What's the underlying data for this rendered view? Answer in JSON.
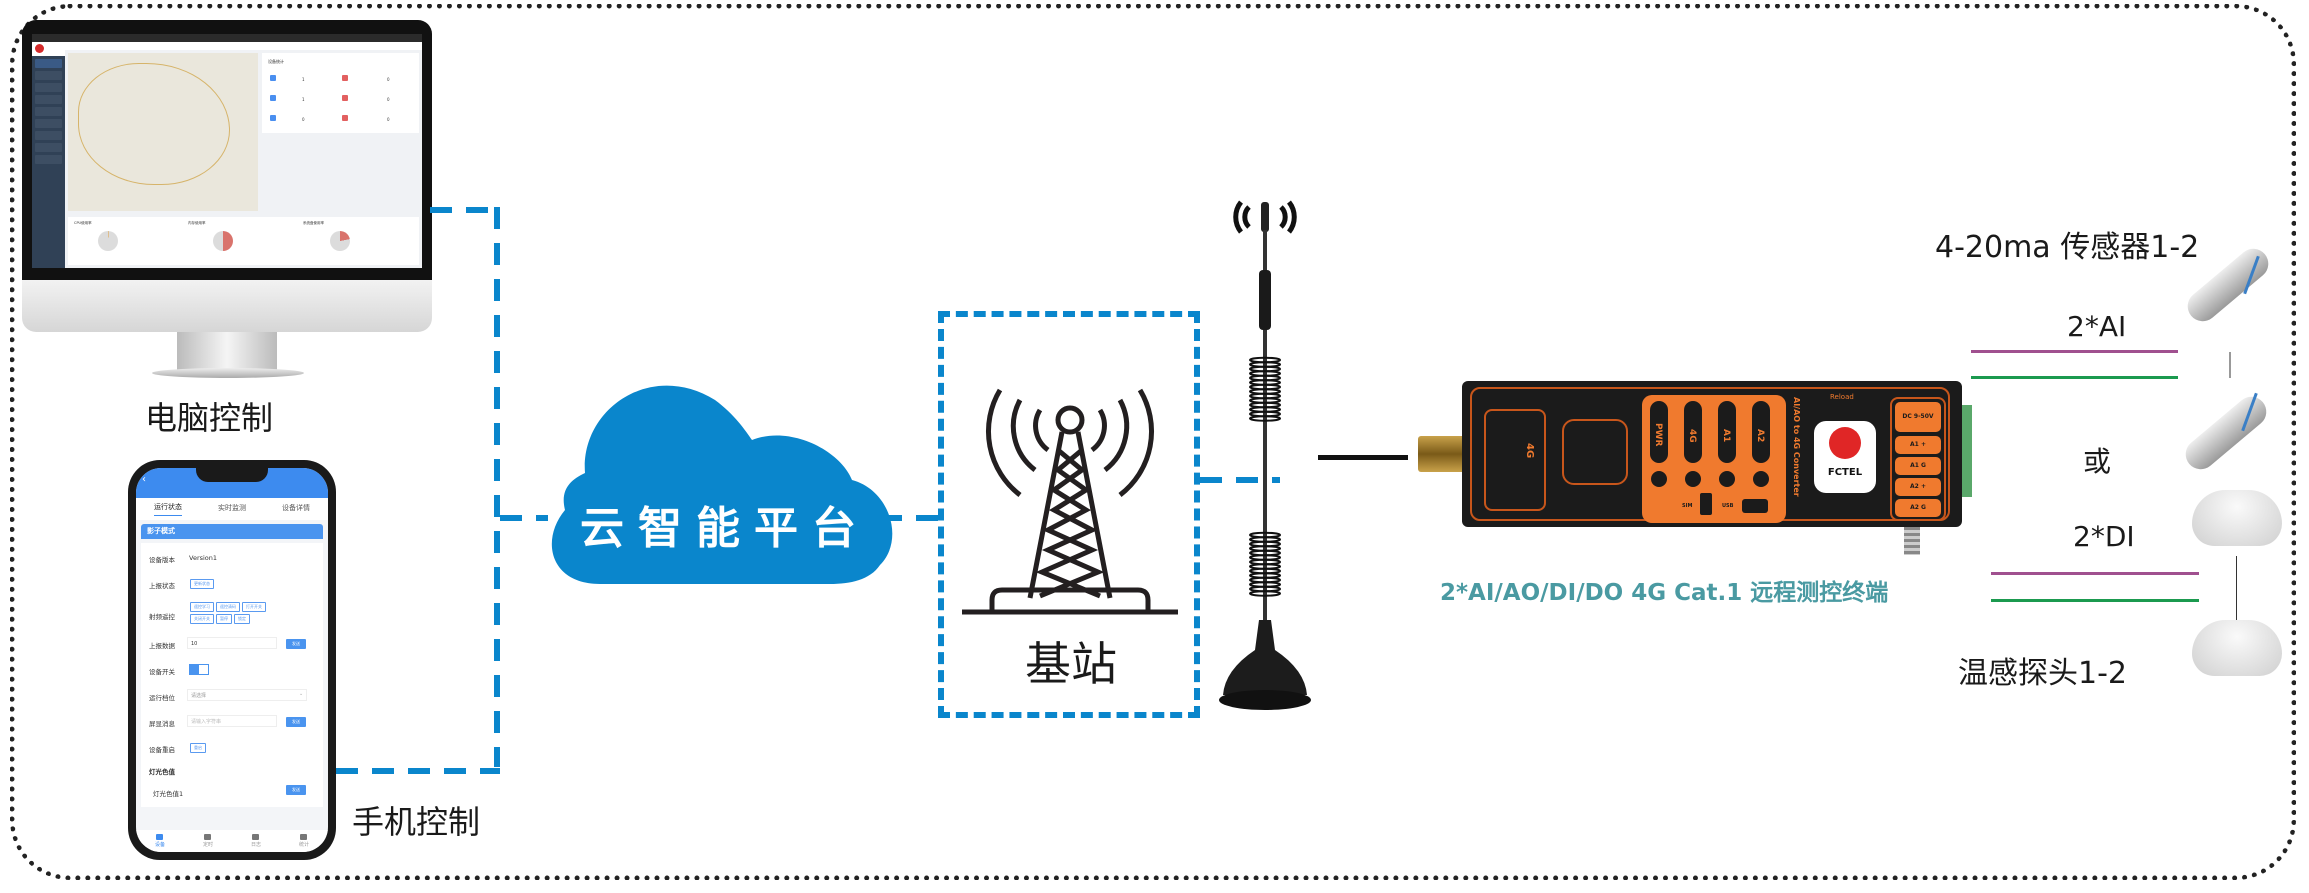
{
  "diagram": {
    "labels": {
      "pc_control": "电脑控制",
      "mobile_control": "手机控制",
      "cloud_platform": "云智能平台",
      "base_station": "基站",
      "device_caption": "2*AI/AO/DI/DO 4G Cat.1 远程测控终端",
      "sensor_title": "4-20ma 传感器1-2",
      "ai_label": "2*AI",
      "or_label": "或",
      "di_label": "2*DI",
      "temp_probe": "温感探头1-2"
    },
    "colors": {
      "link_dash": "#0a86cc",
      "cloud": "#0a86cc",
      "device_orange": "#f07a2e",
      "caption_teal": "#4a9aa2",
      "wire_purple": "#a0508f",
      "wire_green": "#1b9a4f"
    }
  },
  "monitor_screen": {
    "stats_title": "设备统计",
    "stat_values": [
      "1",
      "0",
      "1",
      "0",
      "0",
      "0"
    ],
    "charts": [
      {
        "title": "CPU使用率",
        "used_fraction": 0.01
      },
      {
        "title": "内存使用率",
        "used_fraction": 0.5
      },
      {
        "title": "系统盘使用率",
        "used_fraction": 0.22
      }
    ]
  },
  "phone_screen": {
    "tabs": [
      "运行状态",
      "实时监测",
      "设备详情"
    ],
    "section": "影子模式",
    "rows": {
      "version_key": "设备版本",
      "version_val": "Version1",
      "report_status_key": "上报状态",
      "report_status_btn": "更新状态",
      "rf_key": "射频遥控",
      "rf_btns": [
        "遥控学习",
        "遥控清码",
        "打开开关",
        "关闭开关",
        "暂停",
        "锁定"
      ],
      "report_data_key": "上报数据",
      "report_data_val": "10",
      "send": "发送",
      "switch_key": "设备开关",
      "gear_key": "运行档位",
      "gear_placeholder": "请选择",
      "screen_msg_key": "屏显消息",
      "screen_msg_placeholder": "请输入字符串",
      "reboot_key": "设备重启",
      "reboot_btn": "重启",
      "light_section": "灯光色值",
      "light_key": "灯光色值1"
    },
    "footer": [
      "设备",
      "定时",
      "日志",
      "统计"
    ]
  },
  "device": {
    "leds": [
      "PWR",
      "4G",
      "A1",
      "A2"
    ],
    "antenna_label": "4G",
    "model_text": "AI/AO to 4G Converter",
    "brand": "FCTEL",
    "reload": "Reload",
    "ports": [
      "SIM",
      "USB"
    ],
    "terminals": [
      "DC 9-50V",
      "A1 +",
      "A1 G",
      "A2 +",
      "A2 G"
    ]
  }
}
